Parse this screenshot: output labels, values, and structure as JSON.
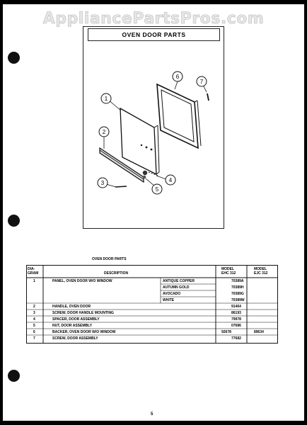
{
  "watermark": "AppliancePartsPros.com",
  "diagram": {
    "title": "OVEN DOOR PARTS",
    "callouts": [
      "1",
      "2",
      "3",
      "4",
      "5",
      "6",
      "7"
    ]
  },
  "table": {
    "caption": "OVEN DOOR PARTS",
    "headers": {
      "diagram": "DIA-\nGRAM",
      "description": "DESCRIPTION",
      "model1": "MODEL\nEHC 312",
      "model2": "MODEL\nEJC 312"
    },
    "rows": [
      {
        "dia": "1",
        "desc": "PANEL, OVEN DOOR W/O WINDOW",
        "color": "ANTIQUE COPPER",
        "m1": "70389A",
        "m2": ""
      },
      {
        "dia": "",
        "desc": "",
        "color": "AUTUMN GOLD",
        "m1": "70389H",
        "m2": ""
      },
      {
        "dia": "",
        "desc": "",
        "color": "AVOCADO",
        "m1": "70389G",
        "m2": ""
      },
      {
        "dia": "",
        "desc": "",
        "color": "WHITE",
        "m1": "70389W",
        "m2": ""
      },
      {
        "dia": "2",
        "desc": "HANDLE, OVEN DOOR",
        "color": "",
        "m1": "91464",
        "m2": ""
      },
      {
        "dia": "3",
        "desc": "SCREW, DOOR HANDLE MOUNTING",
        "color": "",
        "m1": "86193",
        "m2": ""
      },
      {
        "dia": "4",
        "desc": "SPACER, DOOR ASSEMBLY",
        "color": "",
        "m1": "79978",
        "m2": ""
      },
      {
        "dia": "5",
        "desc": "NUT, DOOR ASSEMBLY",
        "color": "",
        "m1": "07686",
        "m2": ""
      },
      {
        "dia": "6",
        "desc": "BACKER, OVEN DOOR W/O WINDOW",
        "color": "",
        "m1": "92678",
        "m2": "89634"
      },
      {
        "dia": "7",
        "desc": "SCREW, DOOR ASSEMBLY",
        "color": "",
        "m1": "77682",
        "m2": ""
      }
    ]
  },
  "page_number": "5"
}
